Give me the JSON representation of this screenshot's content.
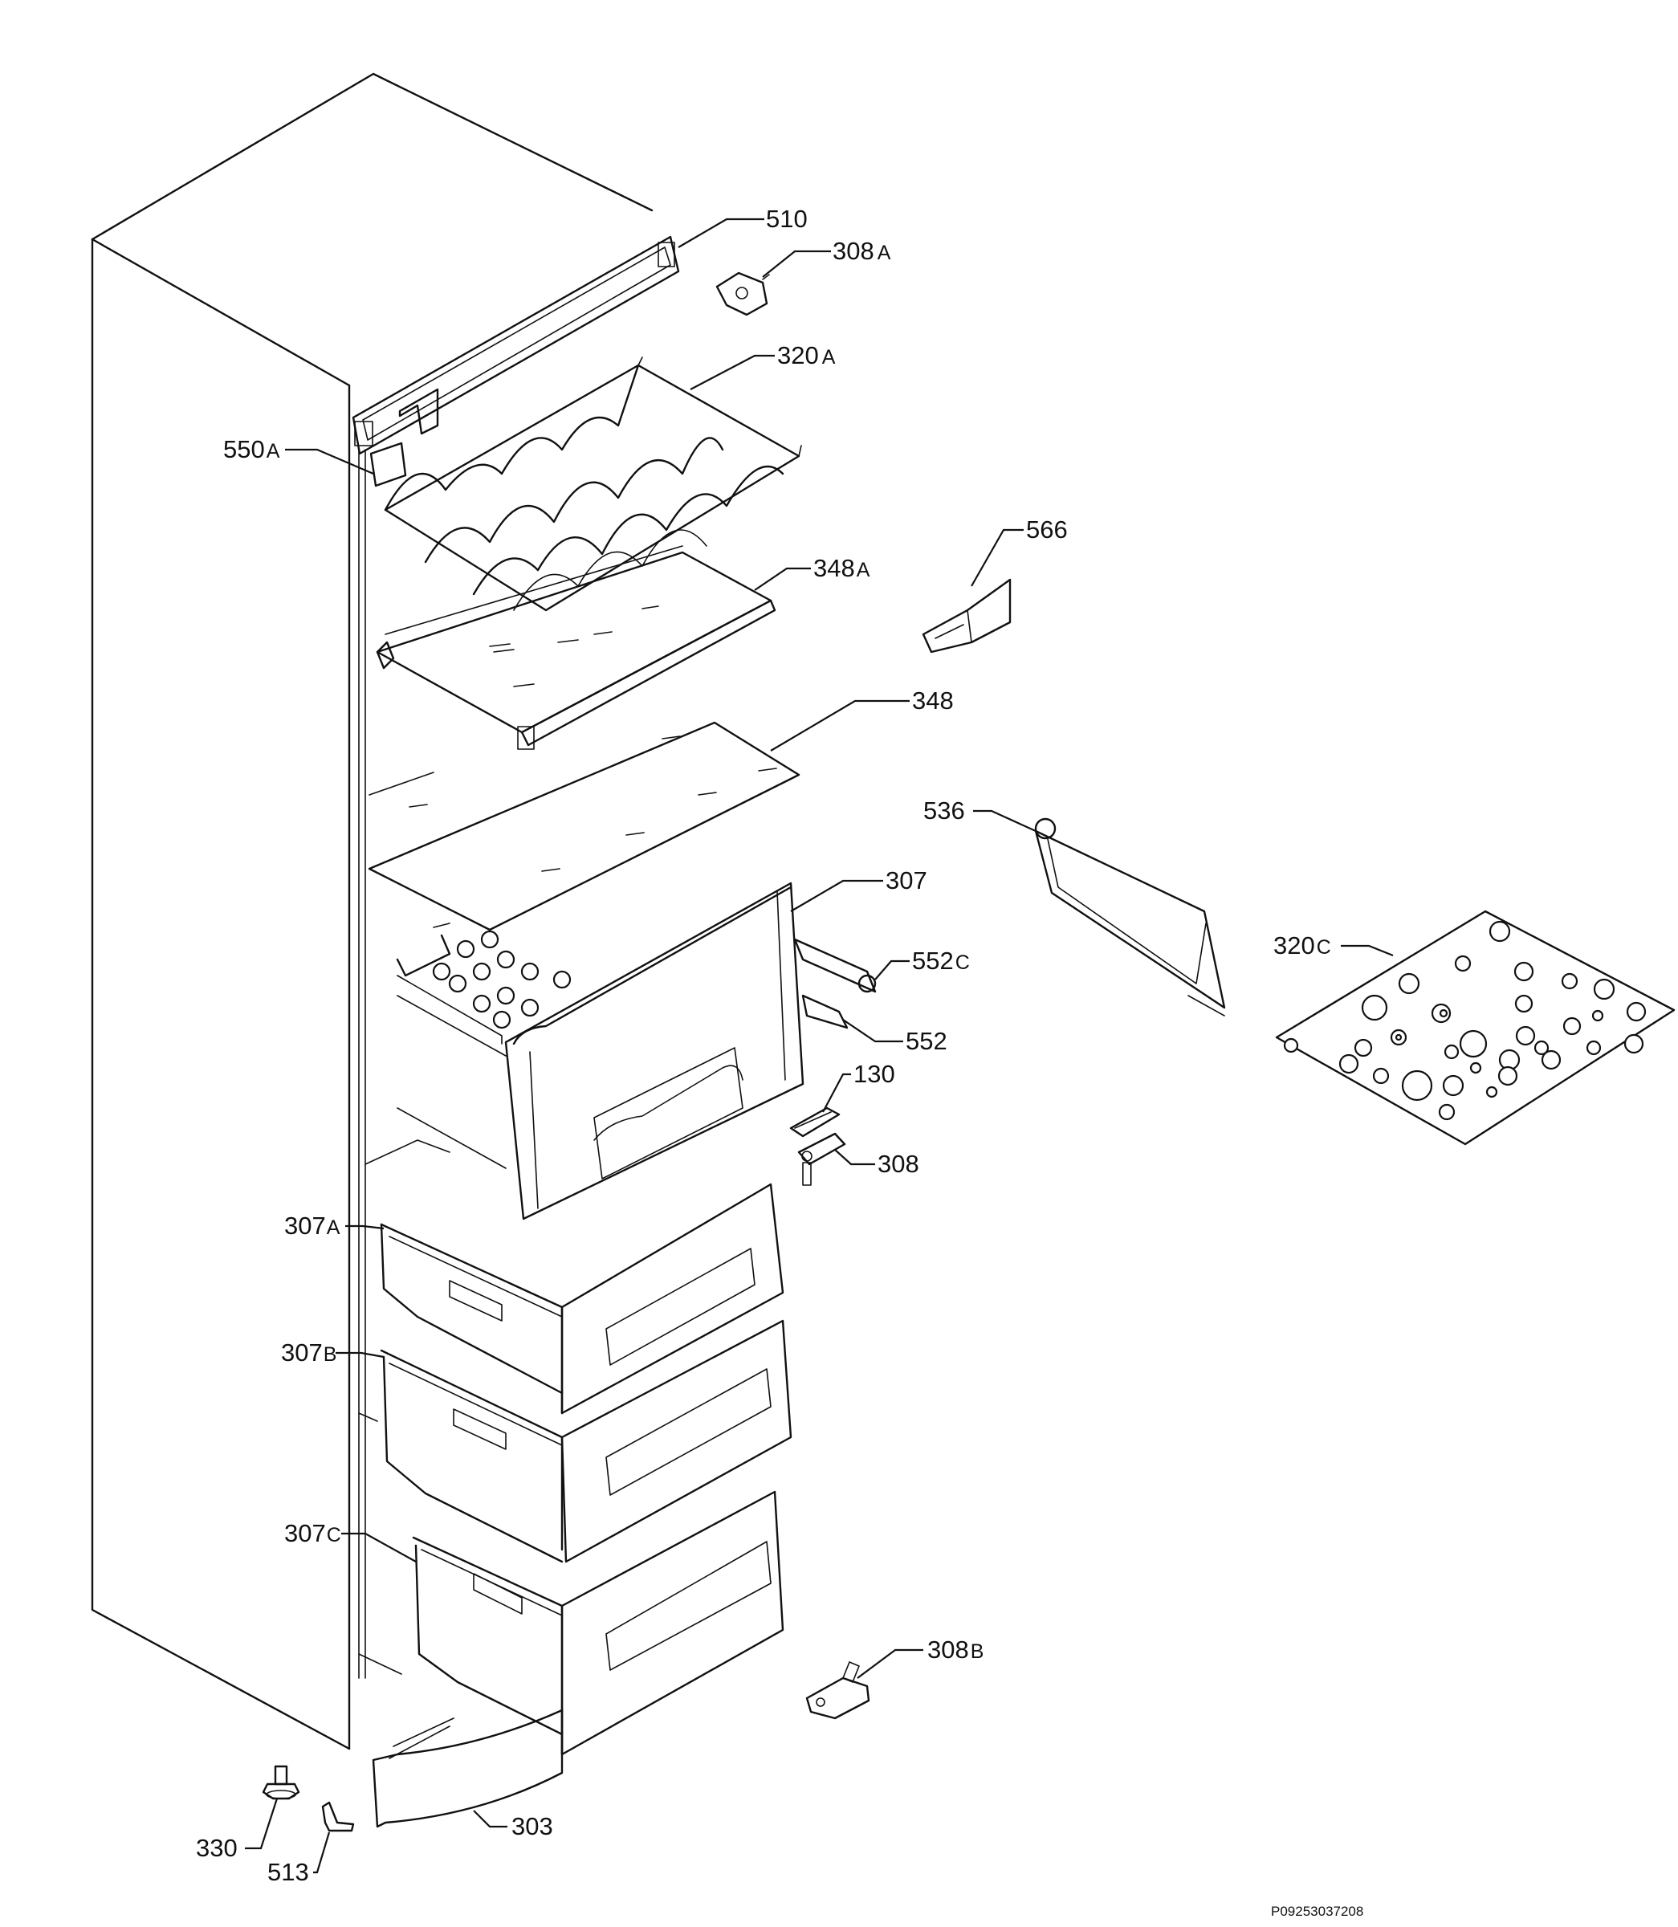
{
  "diagram": {
    "callouts": [
      {
        "id": "510",
        "main": "510",
        "suffix": ""
      },
      {
        "id": "308A",
        "main": "308",
        "suffix": "A"
      },
      {
        "id": "320A",
        "main": "320",
        "suffix": "A"
      },
      {
        "id": "550A",
        "main": "550",
        "suffix": "A"
      },
      {
        "id": "566",
        "main": "566",
        "suffix": ""
      },
      {
        "id": "348A",
        "main": "348",
        "suffix": "A"
      },
      {
        "id": "348",
        "main": "348",
        "suffix": ""
      },
      {
        "id": "536",
        "main": "536",
        "suffix": ""
      },
      {
        "id": "307",
        "main": "307",
        "suffix": ""
      },
      {
        "id": "552C",
        "main": "552",
        "suffix": "C"
      },
      {
        "id": "320C",
        "main": "320",
        "suffix": "C"
      },
      {
        "id": "552",
        "main": "552",
        "suffix": ""
      },
      {
        "id": "130",
        "main": "130",
        "suffix": ""
      },
      {
        "id": "308",
        "main": "308",
        "suffix": ""
      },
      {
        "id": "307A",
        "main": "307",
        "suffix": "A"
      },
      {
        "id": "307B",
        "main": "307",
        "suffix": "B"
      },
      {
        "id": "307C",
        "main": "307",
        "suffix": "C"
      },
      {
        "id": "308B",
        "main": "308",
        "suffix": "B"
      },
      {
        "id": "303",
        "main": "303",
        "suffix": ""
      },
      {
        "id": "330",
        "main": "330",
        "suffix": ""
      },
      {
        "id": "513",
        "main": "513",
        "suffix": ""
      }
    ],
    "drawing_number": "P09253037208"
  }
}
